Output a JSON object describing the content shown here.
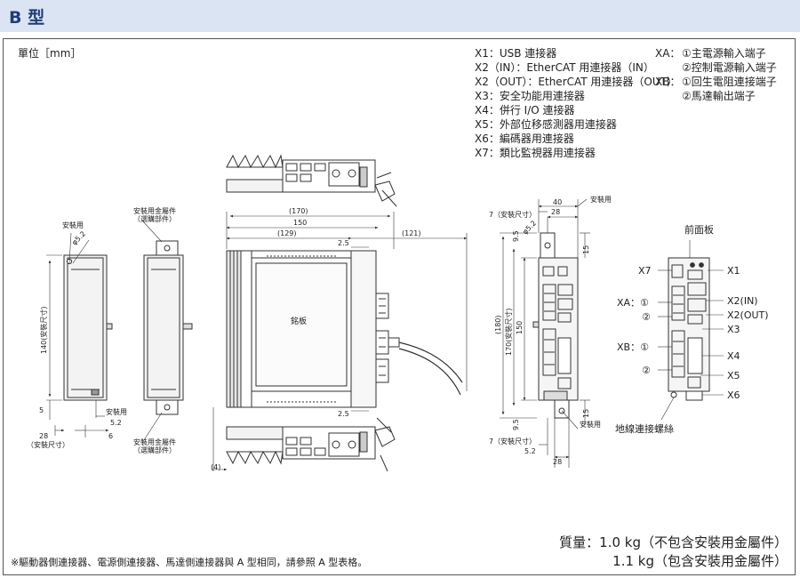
{
  "title": "B 型",
  "unit": "單位［mm］",
  "legend_x": [
    "X1：USB 連接器",
    "X2（IN）：EtherCAT 用連接器（IN）",
    "X2（OUT）：EtherCAT 用連接器（OUT）",
    "X3：安全功能用連接器",
    "X4：併行 I/O 連接器",
    "X5：外部位移感測器用連接器",
    "X6：編碼器用連接器",
    "X7：類比監視器用連接器"
  ],
  "legend_xa": {
    "prefix": "XA：",
    "items": [
      "①主電源輸入端子",
      "②控制電源輸入端子"
    ]
  },
  "legend_xb": {
    "prefix": "XB：",
    "items": [
      "①回生電阻連接端子",
      "②馬達輸出端子"
    ]
  },
  "labels": {
    "mount_hole": "安裝用",
    "phi": "φ5.2",
    "bracket": "安裝用金屬件",
    "bracket_opt": "（選購部件）",
    "dim_140": "140(安裝尺寸)",
    "dim_5": "5",
    "dim_28": "28",
    "dim_mount_size": "（安裝尺寸）",
    "dim_6": "6",
    "dim_52": "5.2",
    "dim_170p": "(170)",
    "dim_150": "150",
    "dim_129p": "(129)",
    "dim_121p": "(121)",
    "dim_25": "2.5",
    "dim_4p": "(4)",
    "nameplate": "銘板",
    "dim_40": "40",
    "dim_7": "7（安裝尺寸）",
    "dim_95": "9.5",
    "dim_15": "15",
    "dim_180p": "(180)",
    "dim_170": "170(安裝尺寸)",
    "dim_150v": "150",
    "front_panel": "前面板",
    "ground_screw": "地線連接螺絲",
    "c_X7": "X7",
    "c_X1": "X1",
    "c_X2IN": "X2(IN)",
    "c_X2OUT": "X2(OUT)",
    "c_X3": "X3",
    "c_X4": "X4",
    "c_X5": "X5",
    "c_X6": "X6",
    "c_XA": "XA：①",
    "c_XA2": "②",
    "c_XB": "XB：①",
    "c_XB2": "②"
  },
  "weight": {
    "label": "質量：",
    "line1": "1.0 kg（不包含安裝用金屬件）",
    "line2": "1.1 kg（包含安裝用金屬件）"
  },
  "footnote": "※驅動器側連接器、電源側連接器、馬達側連接器與 A 型相同，請參照 A 型表格。"
}
